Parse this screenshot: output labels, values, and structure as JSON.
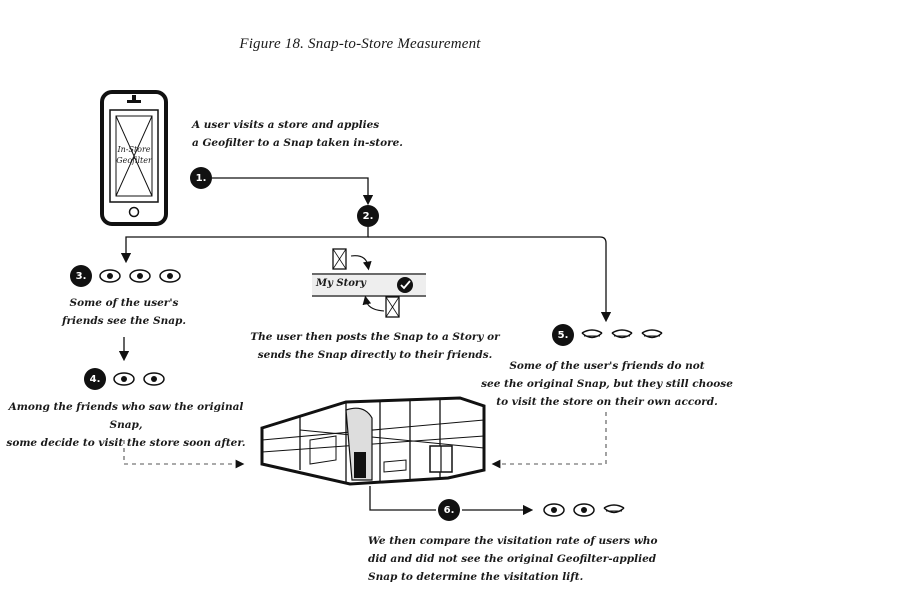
{
  "figure": {
    "title": "Figure 18. Snap-to-Store Measurement"
  },
  "phone": {
    "screen_label_line1": "In-Store",
    "screen_label_line2": "Geofilter"
  },
  "story": {
    "label": "My Story"
  },
  "steps": [
    {
      "number": "1.",
      "text_lines": [
        "A user visits a store and applies",
        "a Geofilter to a Snap taken in-store."
      ]
    },
    {
      "number": "2.",
      "text_lines": [
        "The user then posts the Snap to a Story or",
        "sends the Snap directly to their friends."
      ]
    },
    {
      "number": "3.",
      "text_lines": [
        "Some of the user's",
        "friends see the Snap."
      ]
    },
    {
      "number": "4.",
      "text_lines": [
        "Among the friends who saw the original Snap,",
        "some decide to visit the store soon after."
      ]
    },
    {
      "number": "5.",
      "text_lines": [
        "Some of the user's friends do not",
        "see the original Snap, but they still choose",
        "to visit the store on their own accord."
      ]
    },
    {
      "number": "6.",
      "text_lines": [
        "We then compare the visitation rate of users who",
        "did and did not see the original Geofilter-applied",
        "Snap to determine the visitation lift."
      ]
    }
  ],
  "icons": {
    "eye_open": "eye-open-icon",
    "eye_closed": "eye-closed-icon",
    "phone": "phone-icon",
    "store": "store-building-icon",
    "snap": "snap-card-icon",
    "check": "check-icon"
  }
}
